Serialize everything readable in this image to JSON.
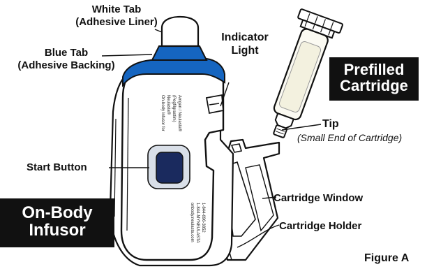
{
  "colors": {
    "blue_tab": "#1565c0",
    "start_button": "#1a2a5e",
    "start_button_halo": "#d9dfe8",
    "outline": "#111111",
    "label_box": "#111111",
    "label_box_text": "#ffffff"
  },
  "labels": {
    "white_tab": "White Tab",
    "white_tab_sub": "(Adhesive Liner)",
    "blue_tab": "Blue Tab",
    "blue_tab_sub": "(Adhesive Backing)",
    "indicator_light_1": "Indicator",
    "indicator_light_2": "Light",
    "tip": "Tip",
    "tip_sub": "(Small End of Cartridge)",
    "start_button": "Start Button",
    "cartridge_window": "Cartridge Window",
    "cartridge_holder": "Cartridge Holder",
    "figure": "Figure A"
  },
  "boxes": {
    "prefilled_cartridge_1": "Prefilled",
    "prefilled_cartridge_2": "Cartridge",
    "on_body_infusor_1": "On-Body",
    "on_body_infusor_2": "Infusor"
  },
  "device_text": {
    "left_1": "On-body Infusor for",
    "left_2": "Neulasta®",
    "left_3": "(Pegfilgrastim)",
    "left_4": "Amgen / Neulasta®",
    "right_1": "onbody.neulasta.com",
    "right_2": "1-844-MYNEULASTA",
    "right_3": "1-844-696-3852"
  }
}
